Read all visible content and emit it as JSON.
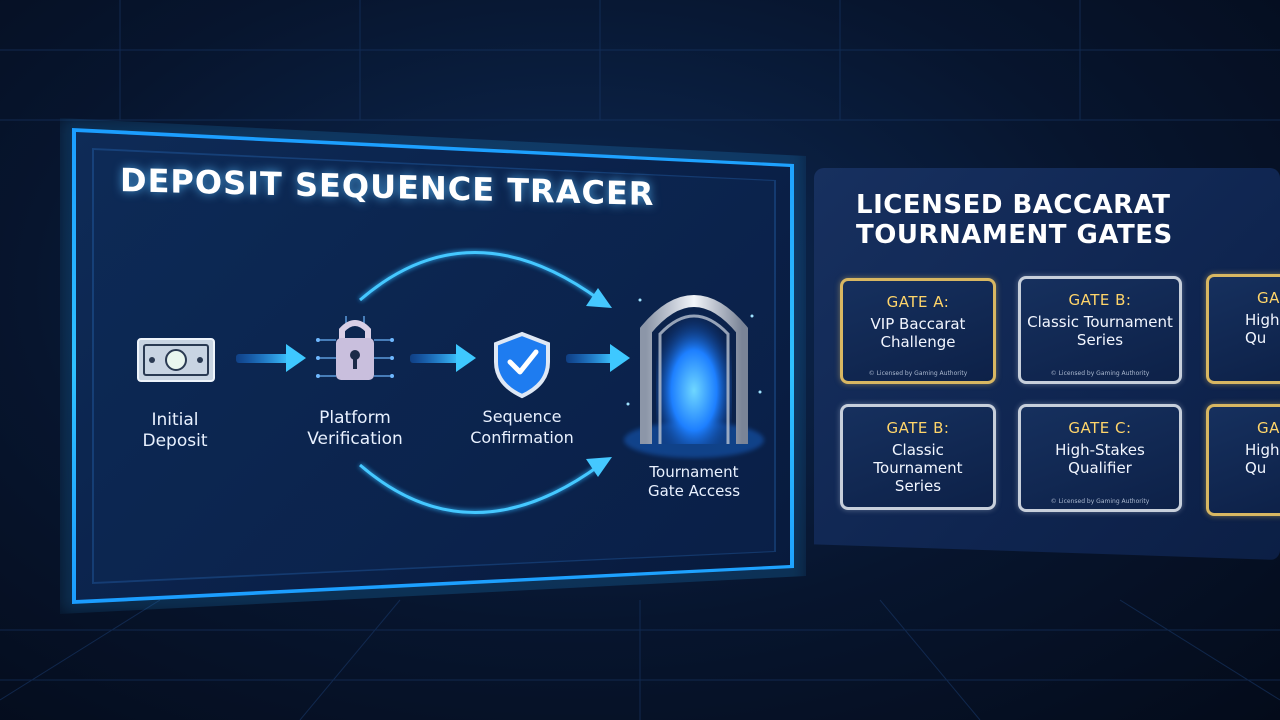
{
  "tracer": {
    "title": "DEPOSIT SEQUENCE TRACER",
    "steps": [
      {
        "icon": "cash-icon",
        "label_line1": "Initial",
        "label_line2": "Deposit"
      },
      {
        "icon": "lock-icon",
        "label_line1": "Platform",
        "label_line2": "Verification"
      },
      {
        "icon": "shield-check-icon",
        "label_line1": "Sequence",
        "label_line2": "Confirmation"
      },
      {
        "icon": "gate-arch-icon",
        "label_line1": "Tournament",
        "label_line2": "Gate Access"
      }
    ]
  },
  "gates_panel": {
    "title_line1": "LICENSED BACCARAT",
    "title_line2": "TOURNAMENT GATES",
    "cards": [
      {
        "id": "GATE A:",
        "name": "VIP Baccarat Challenge",
        "license": "© Licensed by Gaming Authority",
        "border": "gold"
      },
      {
        "id": "GATE B:",
        "name": "Classic Tournament Series",
        "license": "© Licensed by Gaming Authority",
        "border": "silver"
      },
      {
        "id": "GA",
        "name": "High Qu",
        "license": "",
        "border": "gold"
      },
      {
        "id": "GATE B:",
        "name": "Classic Tournament Series",
        "license": "",
        "border": "silver"
      },
      {
        "id": "GATE C:",
        "name": "High-Stakes Qualifier",
        "license": "© Licensed by Gaming Authority",
        "border": "silver"
      },
      {
        "id": "GA",
        "name": "High Qu",
        "license": "",
        "border": "gold"
      }
    ]
  },
  "colors": {
    "accent": "#2fc1ff",
    "gold": "#d8b762",
    "gate_id": "#ffd56a",
    "background": "#07152e"
  }
}
